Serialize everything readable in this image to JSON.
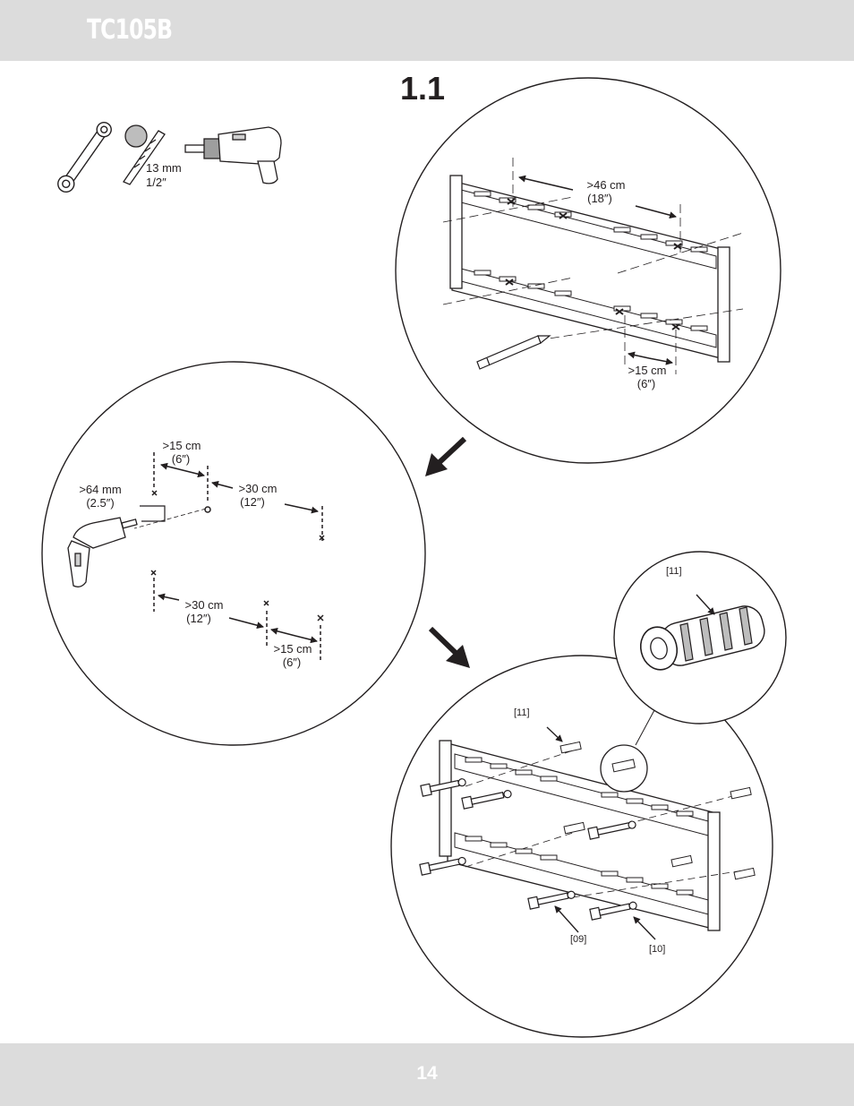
{
  "header": {
    "model": "TC105B"
  },
  "footer": {
    "page_number": "14"
  },
  "step": {
    "number": "1.1"
  },
  "tools": {
    "icons": [
      "wrench-icon",
      "drill-bit-icon",
      "drill-icon"
    ],
    "drill_bit": {
      "metric": "13 mm",
      "imperial": "1/2″"
    }
  },
  "panel_1": {
    "width_spacing": {
      "metric": ">46 cm",
      "imperial": "(18″)"
    },
    "edge_spacing": {
      "metric": ">15 cm",
      "imperial": "(6″)"
    }
  },
  "panel_2": {
    "top_edge": {
      "metric": ">15 cm",
      "imperial": "(6″)"
    },
    "drill_depth": {
      "metric": ">64 mm",
      "imperial": "(2.5″)"
    },
    "top_span": {
      "metric": ">30 cm",
      "imperial": "(12″)"
    },
    "bottom_span": {
      "metric": ">30 cm",
      "imperial": "(12″)"
    },
    "bottom_edge": {
      "metric": ">15 cm",
      "imperial": "(6″)"
    }
  },
  "panel_3": {
    "anchor_detail_ref": "[11]",
    "anchor_ref": "[11]",
    "lag_bolt_ref": "[09]",
    "washer_ref": "[10]"
  }
}
